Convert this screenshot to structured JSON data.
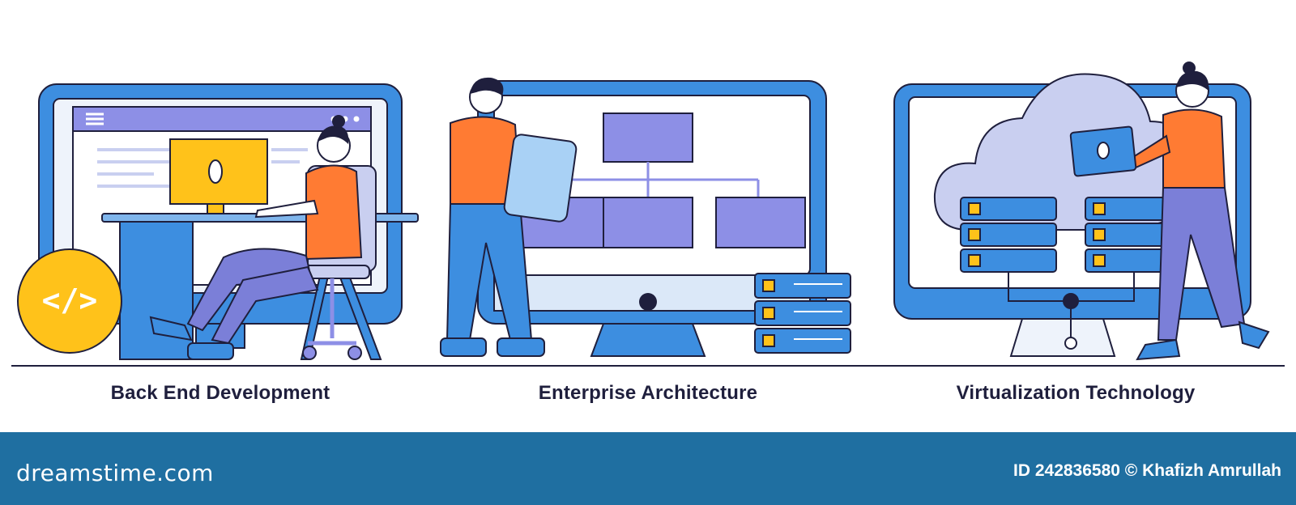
{
  "illustrations": [
    {
      "caption": "Back End Development",
      "badge_text": "</>"
    },
    {
      "caption": "Enterprise Architecture"
    },
    {
      "caption": "Virtualization Technology"
    }
  ],
  "footer": {
    "brand": "dreamstime.com",
    "credit": "ID 242836580 © Khafizh Amrullah"
  },
  "colors": {
    "blue": "#3d8ee0",
    "screen": "#eef3fb",
    "purple": "#8d8fe6",
    "orange": "#ff7b33",
    "yellow": "#ffc21a",
    "pants": "#7b7fd8",
    "outline": "#1f1f3d",
    "footer": "#1f6fa1"
  }
}
